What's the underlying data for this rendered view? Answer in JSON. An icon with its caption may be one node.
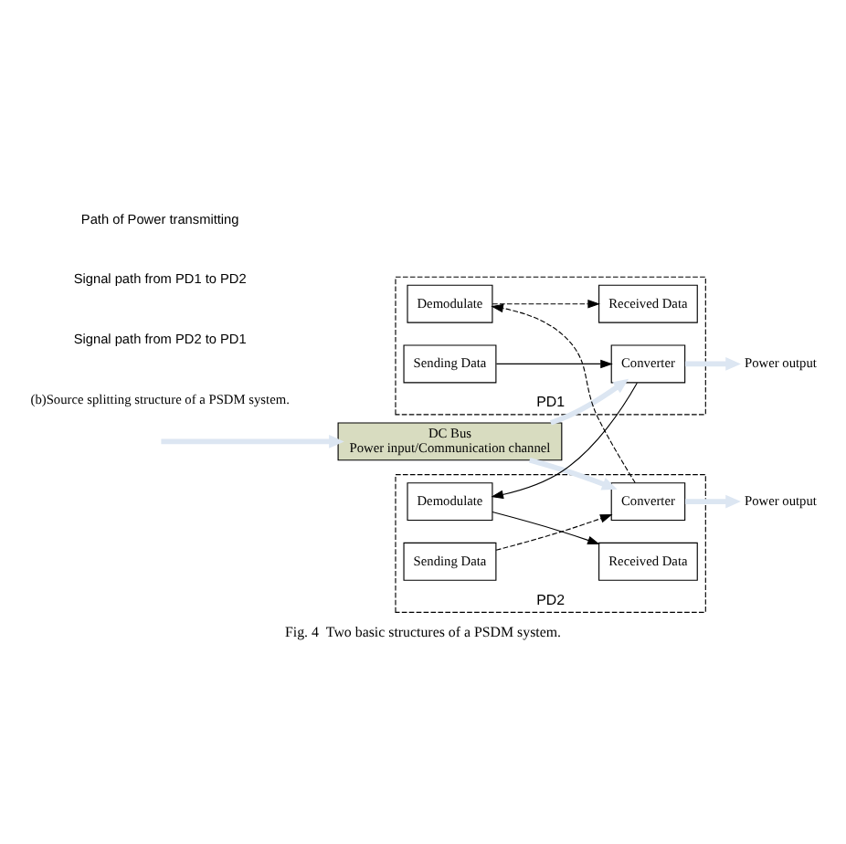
{
  "diagram": {
    "caption": "Fig. 4  Two basic structures of a PSDM system.",
    "nodes": [
      {
        "text": [
          "DC Bus",
          "Power input/Communication channel"
        ]
      },
      {
        "text": [
          "PD1"
        ]
      },
      {
        "text": [
          "Converter"
        ],
        "in": 1
      },
      {
        "text": [
          "Demodulate"
        ],
        "in": 1
      },
      {
        "text": [
          "Received Data"
        ],
        "in": 1
      },
      {
        "text": [
          "Sending Data"
        ],
        "in": 1
      },
      {
        "text": [
          "PD2"
        ]
      },
      {
        "text": [
          "Converter"
        ],
        "in": 6
      },
      {
        "text": [
          "Demodulate"
        ],
        "in": 6
      },
      {
        "text": [
          "Received Data"
        ],
        "in": 6
      },
      {
        "text": [
          "Sending Data"
        ],
        "in": 6
      },
      {
        "text": [
          "Power output"
        ]
      },
      {
        "text": [
          "Power output"
        ]
      }
    ],
    "edges": [
      {
        "from": null,
        "to": 0,
        "arrow": "to",
        "style": "thick",
        "color": "#dce6f2"
      },
      {
        "from": 0,
        "to": 2,
        "arrow": "to",
        "style": "thick",
        "color": "#dce6f2"
      },
      {
        "from": 2,
        "to": 11,
        "arrow": "to",
        "style": "thick",
        "color": "#dce6f2"
      },
      {
        "from": 0,
        "to": 7,
        "arrow": "to",
        "style": "thick",
        "color": "#dce6f2"
      },
      {
        "from": 7,
        "to": 12,
        "arrow": "to",
        "style": "thick",
        "color": "#dce6f2"
      },
      {
        "from": 5,
        "to": 2,
        "arrow": "to"
      },
      {
        "from": 2,
        "to": 8,
        "arrow": "to"
      },
      {
        "from": 8,
        "to": 9,
        "arrow": "to"
      },
      {
        "from": 10,
        "to": 7,
        "arrow": "to",
        "style": "dashed"
      },
      {
        "from": 7,
        "to": 3,
        "arrow": "to",
        "style": "dashed"
      },
      {
        "from": 3,
        "to": 4,
        "arrow": "to",
        "style": "dashed"
      }
    ],
    "labels": [
      "(b)Source splitting structure of a PSDM system."
    ],
    "legend": [
      {
        "text": "Path of Power transmitting"
      },
      {
        "text": "Signal path from PD1 to PD2"
      },
      {
        "text": "Signal path from PD2 to PD1"
      }
    ]
  }
}
